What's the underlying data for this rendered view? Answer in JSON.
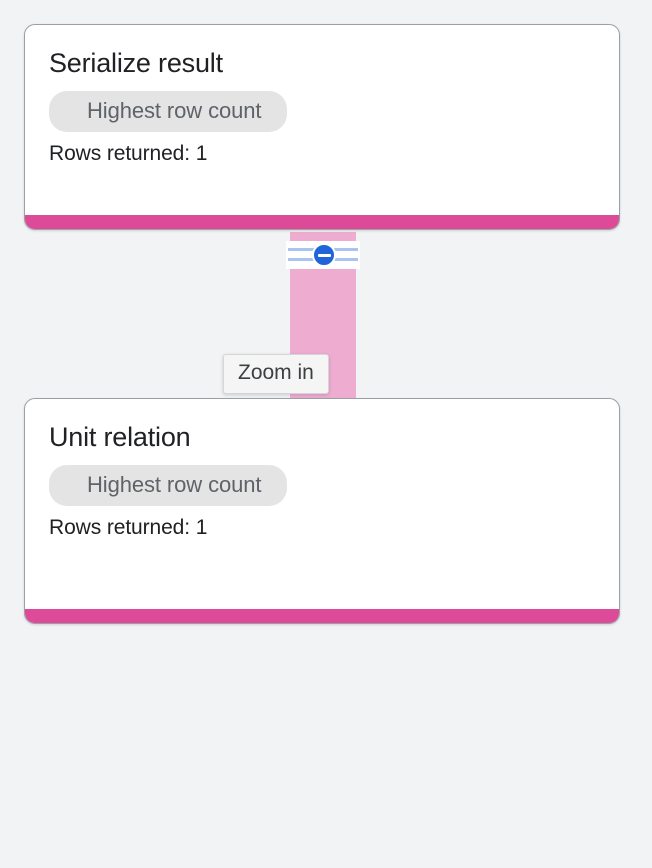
{
  "canvas": {
    "background_color": "#f1f3f4"
  },
  "nodes": [
    {
      "id": "serialize-result",
      "title": "Serialize result",
      "chip_label": "Highest row count",
      "rows_text": "Rows returned: 1",
      "bar_color": "#dd4a98"
    },
    {
      "id": "unit-relation",
      "title": "Unit relation",
      "chip_label": "Highest row count",
      "rows_text": "Rows returned: 1",
      "bar_color": "#dd4a98"
    }
  ],
  "edge": {
    "band_color": "#eeacd1",
    "handle": {
      "icon": "minus-circle-icon",
      "circle_color": "#1f64d8",
      "rule_color": "#a9c4f0"
    }
  },
  "tooltip": {
    "label": "Zoom in"
  }
}
